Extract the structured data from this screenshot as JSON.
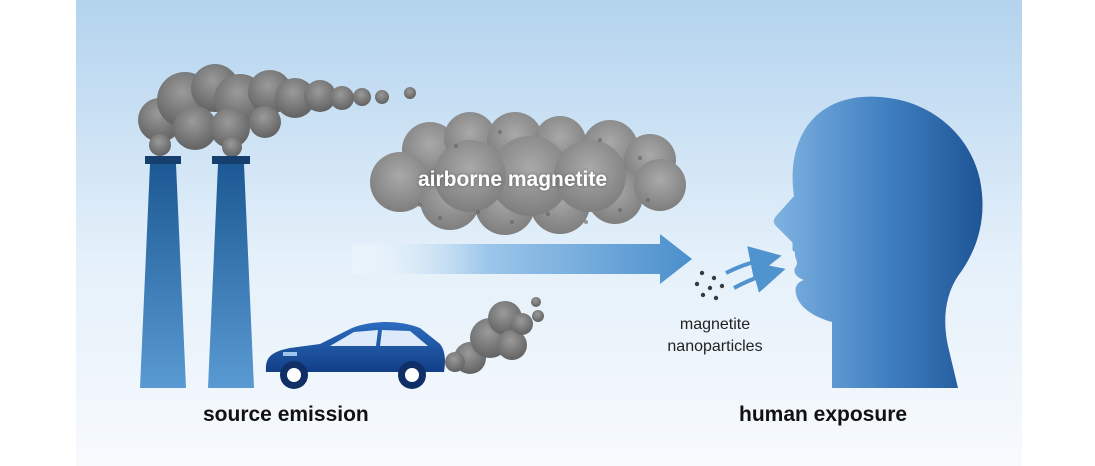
{
  "diagram": {
    "cloud_label": "airborne magnetite",
    "particles_label": [
      "magnetite",
      "nanoparticles"
    ],
    "source_label": "source emission",
    "exposure_label": "human exposure"
  },
  "colors": {
    "sky_top": "#b5d4ee",
    "stack_blue": "#1f5f9c",
    "car_blue": "#1a56a8",
    "head_blue": "#3a78b8",
    "smoke_gray": "#777777",
    "arrow_blue": "#4f93cf"
  }
}
